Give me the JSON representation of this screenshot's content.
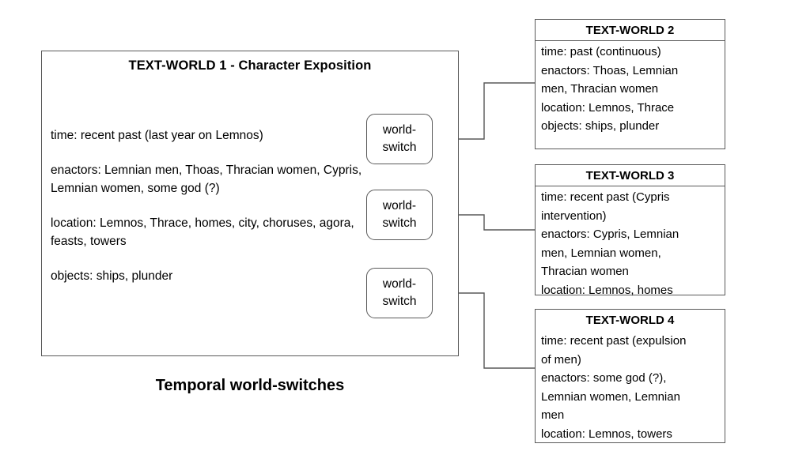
{
  "diagram": {
    "caption": "Temporal world-switches",
    "line_color": "#595959",
    "text_color": "#000000",
    "background": "#ffffff"
  },
  "main_box": {
    "title": "TEXT-WORLD 1 -  Character Exposition",
    "lines": [
      "time: recent past (last year on Lemnos)",
      "enactors: Lemnian men, Thoas, Thracian women, Cypris, Lemnian women, some god (?)",
      "location: Lemnos, Thrace, homes, city, choruses, agora, feasts, towers",
      "objects: ships, plunder"
    ]
  },
  "world_switches": [
    {
      "line1": "world-",
      "line2": "switch"
    },
    {
      "line1": "world-",
      "line2": "switch"
    },
    {
      "line1": "world-",
      "line2": "switch"
    }
  ],
  "text_worlds": [
    {
      "title": "TEXT-WORLD 2",
      "divider": true,
      "lines": [
        "time: past (continuous)",
        "enactors: Thoas, Lemnian",
        "men, Thracian women",
        "location: Lemnos, Thrace",
        "objects: ships, plunder"
      ]
    },
    {
      "title": "TEXT-WORLD 3",
      "divider": true,
      "lines": [
        "time: recent past (Cypris",
        "intervention)",
        "enactors: Cypris, Lemnian",
        "men, Lemnian women,",
        "Thracian women",
        "location: Lemnos, homes"
      ]
    },
    {
      "title": "TEXT-WORLD 4",
      "divider": false,
      "lines": [
        "time: recent past (expulsion",
        "of men)",
        "enactors: some god (?),",
        "Lemnian women, Lemnian",
        "men",
        "location: Lemnos, towers"
      ]
    }
  ]
}
